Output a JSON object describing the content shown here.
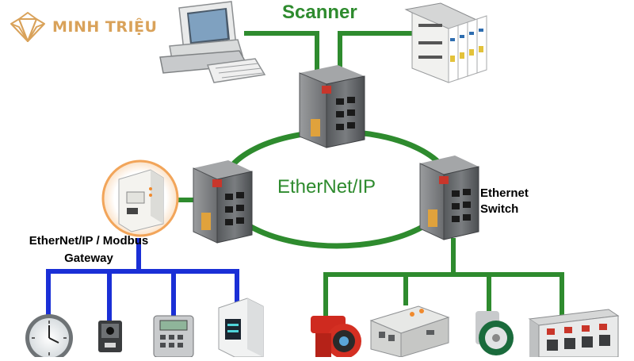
{
  "brand": {
    "name": "MINH TRIỆU",
    "color": "#d9a25a",
    "icon": "lotus-diamond-logo"
  },
  "labels": {
    "scanner": "Scanner",
    "ring": "EtherNet/IP",
    "switch_line1": "Ethernet",
    "switch_line2": "Switch",
    "gateway_line1": "EtherNet/IP / Modbus",
    "gateway_line2": "Gateway"
  },
  "colors": {
    "ethernet_green": "#2e8b2e",
    "modbus_blue": "#1a2fd6",
    "label_green": "#2e8b2e",
    "switch_body": "#6f7275",
    "gateway_ring": "#f2a55a"
  },
  "nodes": [
    {
      "id": "scanner-pc",
      "icon": "desktop-computer-icon"
    },
    {
      "id": "scanner-plc",
      "icon": "plc-rack-icon"
    },
    {
      "id": "switch-top",
      "icon": "ethernet-switch-icon"
    },
    {
      "id": "switch-left",
      "icon": "ethernet-switch-icon"
    },
    {
      "id": "switch-right",
      "icon": "ethernet-switch-icon"
    },
    {
      "id": "gateway",
      "icon": "modbus-gateway-icon"
    },
    {
      "id": "clock",
      "icon": "wall-clock-icon"
    },
    {
      "id": "sensor",
      "icon": "photo-sensor-icon"
    },
    {
      "id": "hmi-panel",
      "icon": "keypad-controller-icon"
    },
    {
      "id": "display-unit",
      "icon": "display-module-icon"
    },
    {
      "id": "red-motor",
      "icon": "red-motor-icon"
    },
    {
      "id": "io-module",
      "icon": "io-module-icon"
    },
    {
      "id": "encoder",
      "icon": "encoder-icon"
    },
    {
      "id": "plc-bank",
      "icon": "plc-bank-icon"
    }
  ]
}
